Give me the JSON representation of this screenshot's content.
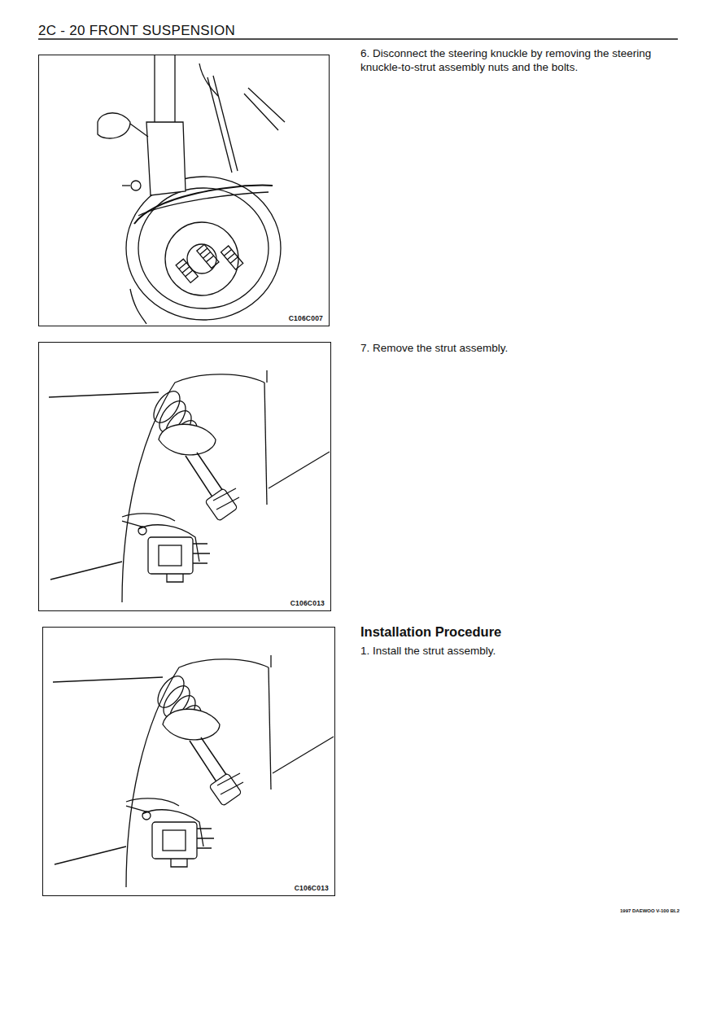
{
  "diagram": {
    "title": "2C - 20 FRONT SUSPENSION",
    "nodes": [
      {
        "text": [
          "C106C007"
        ]
      },
      {
        "text": [
          "C106C013"
        ]
      },
      {
        "text": [
          "C106C013"
        ]
      }
    ],
    "labels": [
      "6. Disconnect the steering knuckle by removing the steering knuckle-to-strut assembly nuts and the bolts.",
      "7. Remove the strut assembly.",
      "Installation Procedure",
      "1. Install the strut assembly.",
      "1997 DAEWOO V-100 BL2"
    ]
  }
}
